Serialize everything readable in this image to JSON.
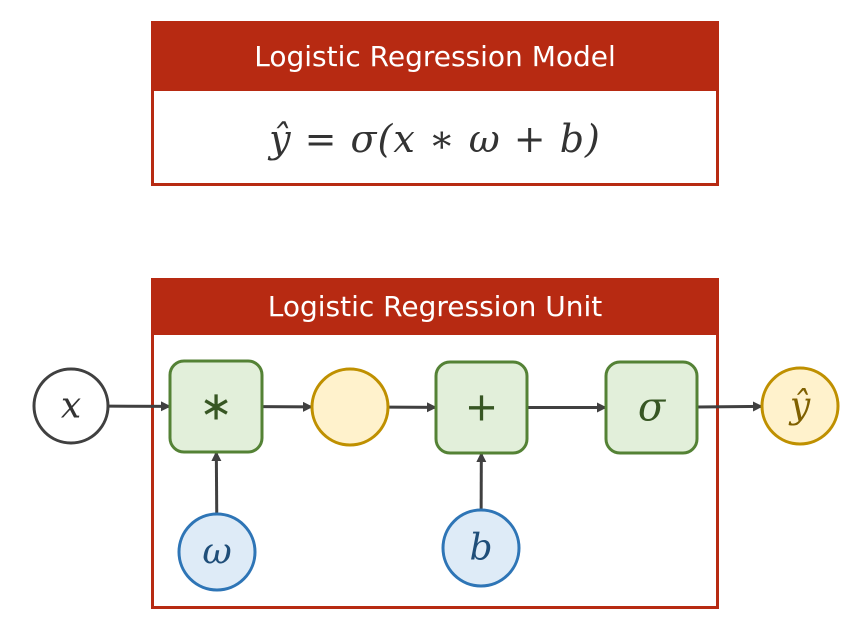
{
  "model_panel": {
    "title": "Logistic Regression Model",
    "formula": "ŷ = σ(x ∗ ω + b)"
  },
  "unit_panel": {
    "title": "Logistic Regression Unit"
  },
  "nodes": {
    "input_x": {
      "label": "x",
      "kind": "input"
    },
    "multiply": {
      "label": "∗",
      "kind": "operation"
    },
    "intermediate": {
      "label": "",
      "kind": "intermediate"
    },
    "add": {
      "label": "+",
      "kind": "operation"
    },
    "sigmoid": {
      "label": "σ",
      "kind": "operation"
    },
    "output_y": {
      "label": "ŷ",
      "kind": "output"
    },
    "weight_w": {
      "label": "ω",
      "kind": "parameter"
    },
    "bias_b": {
      "label": "b",
      "kind": "parameter"
    }
  },
  "edges": [
    [
      "input_x",
      "multiply"
    ],
    [
      "weight_w",
      "multiply"
    ],
    [
      "multiply",
      "intermediate"
    ],
    [
      "intermediate",
      "add"
    ],
    [
      "bias_b",
      "add"
    ],
    [
      "add",
      "sigmoid"
    ],
    [
      "sigmoid",
      "output_y"
    ]
  ],
  "colors": {
    "panel_red": "#b72a12",
    "op_fill": "#e2efda",
    "op_stroke": "#548235",
    "op_text": "#375623",
    "mid_fill": "#fff2cc",
    "mid_stroke": "#bf9000",
    "mid_text": "#7f6000",
    "param_fill": "#deebf7",
    "param_stroke": "#2e75b6",
    "param_text": "#1f4e79",
    "input_stroke": "#404040",
    "arrow": "#404040"
  }
}
